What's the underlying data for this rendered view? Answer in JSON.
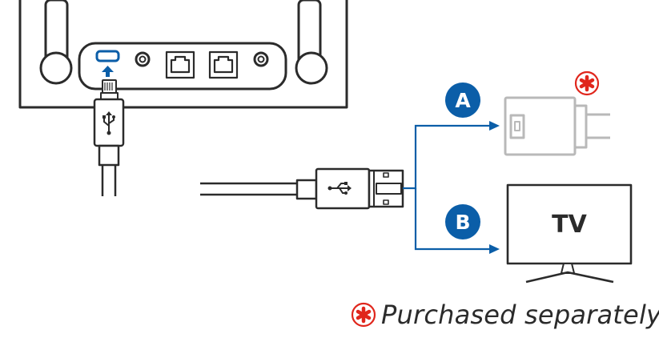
{
  "options": [
    {
      "badge": "A",
      "target": "usb-power-adapter"
    },
    {
      "badge": "B",
      "target": "tv"
    }
  ],
  "tv_label": "TV",
  "purchased_mark": "*",
  "purchased_note": "Purchased separately",
  "colors": {
    "accent_blue": "#0b5ea8",
    "line": "#2b2b2b",
    "adapter_gray": "#b9b9b9",
    "required_red": "#e0261c"
  },
  "icons": {
    "usb": "usb-trident-icon",
    "upload_arrow": "arrow-up-icon",
    "asterisk": "asterisk-icon"
  }
}
